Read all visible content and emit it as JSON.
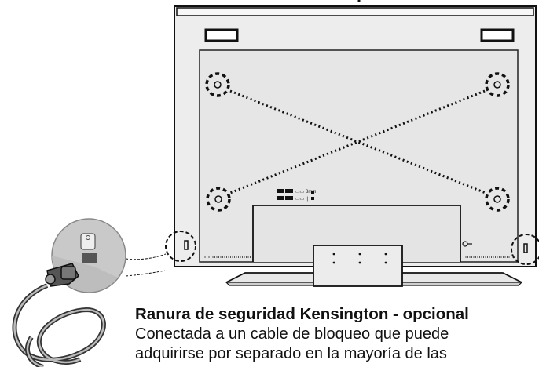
{
  "figure": {
    "subject": "monitor-rear-view",
    "labels": {
      "port_a1": "▭▭ 8mm",
      "port_a2": "▭▭ ||",
      "port_b": "⊓⊔",
      "port_c": "▢"
    }
  },
  "caption": {
    "title_main": "Ranura de seguridad Kensington",
    "title_sep": " - ",
    "title_tail": "opcional",
    "line1": "Conectada a un cable de bloqueo que puede",
    "line2": "adquirirse por separado en la mayoría de las"
  }
}
